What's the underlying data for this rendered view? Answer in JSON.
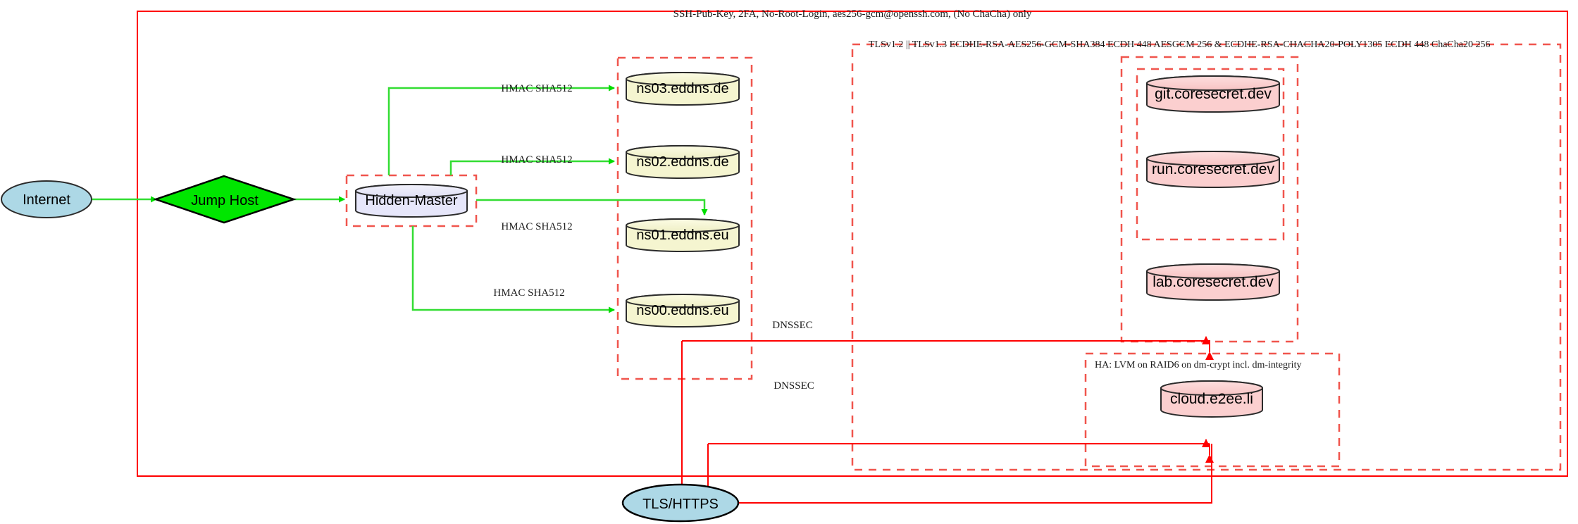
{
  "diagram": {
    "title_top": "SSH-Pub-Key, 2FA, No-Root-Login, aes256-gcm@openssh.com, (No ChaCha) only",
    "tls_cluster_label": "TLSv1.2 || TLSv1.3 ECDHE-RSA-AES256-GCM-SHA384 ECDH 448 AESGCM 256 & ECDHE-RSA-CHACHA20-POLY1305 ECDH 448 ChaCha20 256",
    "ha_cluster_label": "HA: LVM on RAID6 on dm-crypt incl. dm-integrity"
  },
  "nodes": {
    "internet": "Internet",
    "jump_host": "Jump Host",
    "hidden_master": "Hidden-Master",
    "tls_https": "TLS/HTTPS",
    "ns03": "ns03.eddns.de",
    "ns02": "ns02.eddns.de",
    "ns01": "ns01.eddns.eu",
    "ns00": "ns00.eddns.eu",
    "git": "git.coresecret.dev",
    "run": "run.coresecret.dev",
    "lab": "lab.coresecret.dev",
    "cloud": "cloud.e2ee.li"
  },
  "edge_labels": {
    "hmac_ns03": "HMAC SHA512",
    "hmac_ns02": "HMAC SHA512",
    "hmac_ns01": "HMAC SHA512",
    "hmac_ns00": "HMAC SHA512",
    "dnssec_upper": "DNSSEC",
    "dnssec_lower": "DNSSEC"
  },
  "colors": {
    "frame_red": "#ff0000",
    "dashed_red": "#f0554d",
    "edge_green": "#33dd33",
    "edge_red": "#ff0000",
    "ellipse_blue": "#add8e6",
    "diamond_green": "#00e600",
    "cylinder_lavender": "#e6e6fa",
    "cylinder_yellow": "#f5f5d0",
    "cylinder_pink": "#fbcfcf",
    "stroke_dark": "#2b2b2b"
  }
}
